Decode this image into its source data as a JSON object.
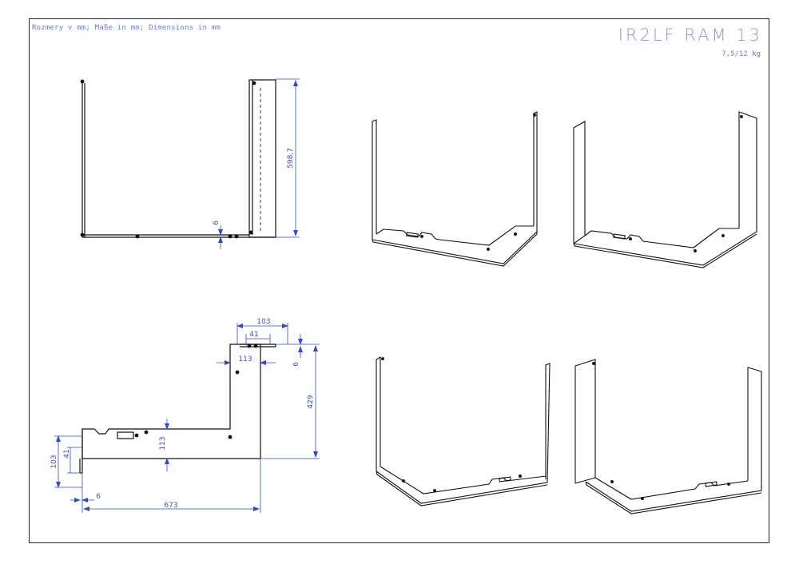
{
  "header": {
    "units_note": "Rozmery v mm; Maße in mm; Dimensions in mm",
    "title": "IR2LF RAM 13",
    "weight": "7,5/12 kg"
  },
  "dimensions": {
    "front_height": "598,7",
    "front_thickness": "6",
    "top_flange_total": "103",
    "top_flange_inner": "41",
    "top_flange_offset": "113",
    "top_thickness": "6",
    "right_depth": "429",
    "notch_depth": "113",
    "left_flange_total": "103",
    "left_flange_inner": "41",
    "left_thickness": "6",
    "overall_width": "673"
  },
  "colors": {
    "dimension": "#2f48d6",
    "line": "#111111",
    "title": "#8a9bd4"
  }
}
